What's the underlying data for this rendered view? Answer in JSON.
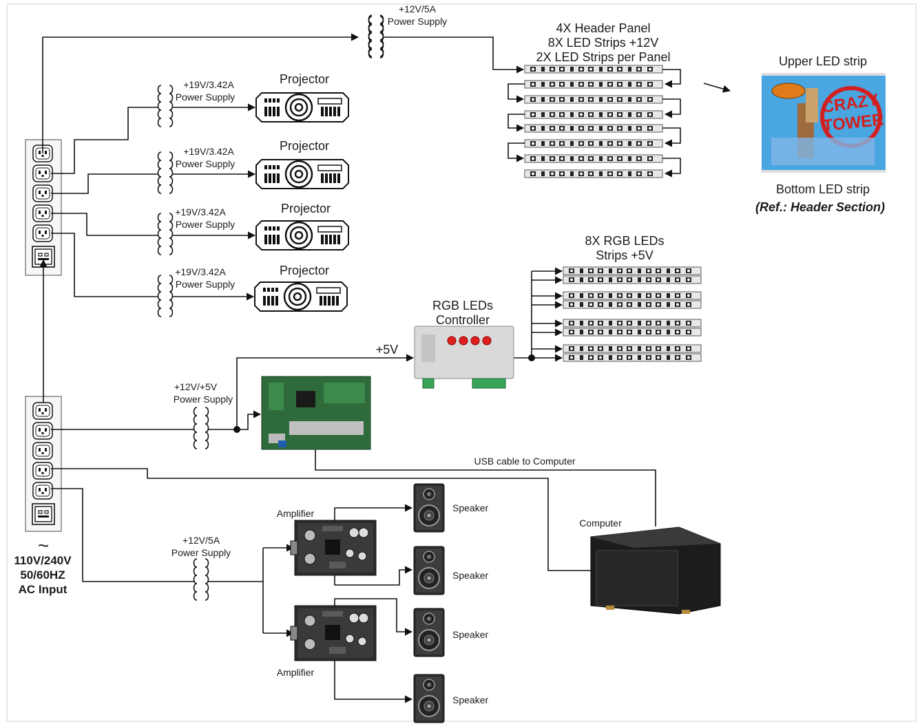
{
  "power_supplies": {
    "header_ps": {
      "voltage": "+12V/5A",
      "label": "Power Supply"
    },
    "proj_ps_1": {
      "voltage": "+19V/3.42A",
      "label": "Power Supply"
    },
    "proj_ps_2": {
      "voltage": "+19V/3.42A",
      "label": "Power Supply"
    },
    "proj_ps_3": {
      "voltage": "+19V/3.42A",
      "label": "Power Supply"
    },
    "proj_ps_4": {
      "voltage": "+19V/3.42A",
      "label": "Power Supply"
    },
    "board_ps": {
      "voltage": "+12V/+5V",
      "label": "Power Supply"
    },
    "amp_ps": {
      "voltage": "+12V/5A",
      "label": "Power Supply"
    }
  },
  "projectors": [
    "Projector",
    "Projector",
    "Projector",
    "Projector"
  ],
  "header_panel": {
    "line1": "4X Header Panel",
    "line2": "8X LED Strips +12V",
    "line3": "2X LED Strips per Panel"
  },
  "header_image": {
    "upper": "Upper LED strip",
    "bottom": "Bottom LED strip",
    "ref": "(Ref.: Header Section)",
    "art_line1": "CRAZY",
    "art_line2": "TOWER"
  },
  "rgb": {
    "title_line1": "8X RGB LEDs",
    "title_line2": "Strips +5V",
    "controller_line1": "RGB LEDs",
    "controller_line2": "Controller",
    "plus5v": "+5V"
  },
  "usb_label": "USB cable to Computer",
  "computer_label": "Computer",
  "amplifiers": [
    "Amplifier",
    "Amplifier"
  ],
  "speakers": [
    "Speaker",
    "Speaker",
    "Speaker",
    "Speaker"
  ],
  "ac_input": {
    "symbol": "~",
    "line1": "110V/240V",
    "line2": "50/60HZ",
    "line3": "AC Input"
  },
  "colors": {
    "wire": "#111111",
    "pcb_green": "#2f6b3a",
    "controller_body": "#d9d9d9",
    "controller_button": "#e0201e",
    "terminal_green": "#3aa35a",
    "computer_body": "#1c1c1c",
    "art_sky": "#4aa6e0"
  }
}
